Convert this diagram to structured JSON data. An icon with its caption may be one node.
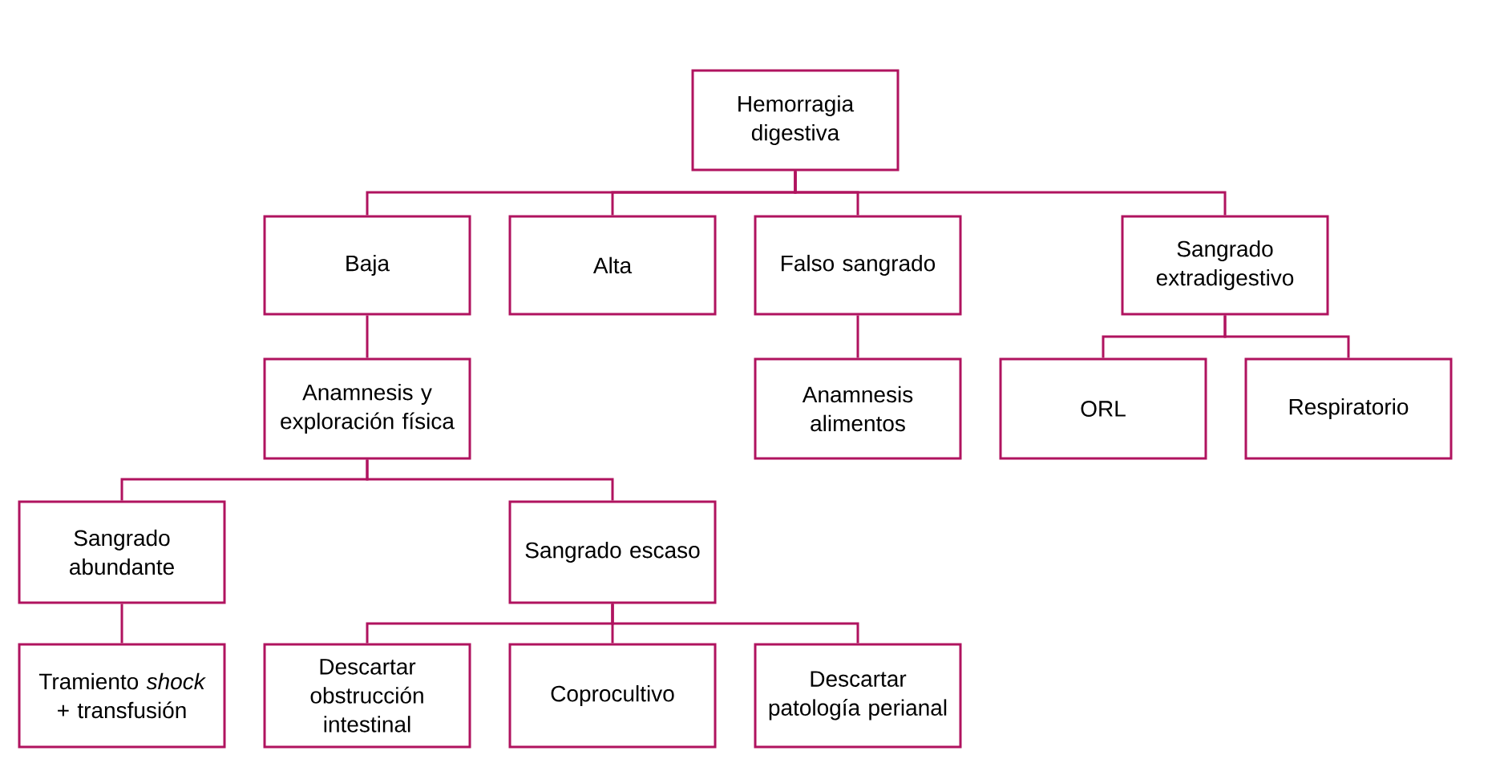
{
  "diagram": {
    "nodes": [
      {
        "text": [
          "Hemorragia digestiva"
        ]
      },
      {
        "text": [
          "Baja"
        ]
      },
      {
        "text": [
          "Alta"
        ]
      },
      {
        "text": [
          "Falso sangrado"
        ]
      },
      {
        "text": [
          "Sangrado extradigestivo"
        ]
      },
      {
        "text": [
          "Anamnesis y exploración física"
        ]
      },
      {
        "text": [
          "Anamnesis alimentos"
        ]
      },
      {
        "text": [
          "ORL"
        ]
      },
      {
        "text": [
          "Respiratorio"
        ]
      },
      {
        "text": [
          "Sangrado abundante"
        ]
      },
      {
        "text": [
          "Sangrado escaso"
        ]
      },
      {
        "text": [
          "Tramiento *shock* + transfusión"
        ]
      },
      {
        "text": [
          "Descartar obstrucción intestinal"
        ]
      },
      {
        "text": [
          "Coprocultivo"
        ]
      },
      {
        "text": [
          "Descartar patología perianal"
        ]
      }
    ],
    "edges": [
      {
        "from": 0,
        "to": 1,
        "arrow": "none"
      },
      {
        "from": 0,
        "to": 2,
        "arrow": "none"
      },
      {
        "from": 0,
        "to": 3,
        "arrow": "none"
      },
      {
        "from": 0,
        "to": 4,
        "arrow": "none"
      },
      {
        "from": 1,
        "to": 5,
        "arrow": "none"
      },
      {
        "from": 3,
        "to": 6,
        "arrow": "none"
      },
      {
        "from": 4,
        "to": 7,
        "arrow": "none"
      },
      {
        "from": 4,
        "to": 8,
        "arrow": "none"
      },
      {
        "from": 5,
        "to": 9,
        "arrow": "none"
      },
      {
        "from": 5,
        "to": 10,
        "arrow": "none"
      },
      {
        "from": 9,
        "to": 11,
        "arrow": "none"
      },
      {
        "from": 10,
        "to": 12,
        "arrow": "none"
      },
      {
        "from": 10,
        "to": 13,
        "arrow": "none"
      },
      {
        "from": 10,
        "to": 14,
        "arrow": "none"
      }
    ]
  }
}
